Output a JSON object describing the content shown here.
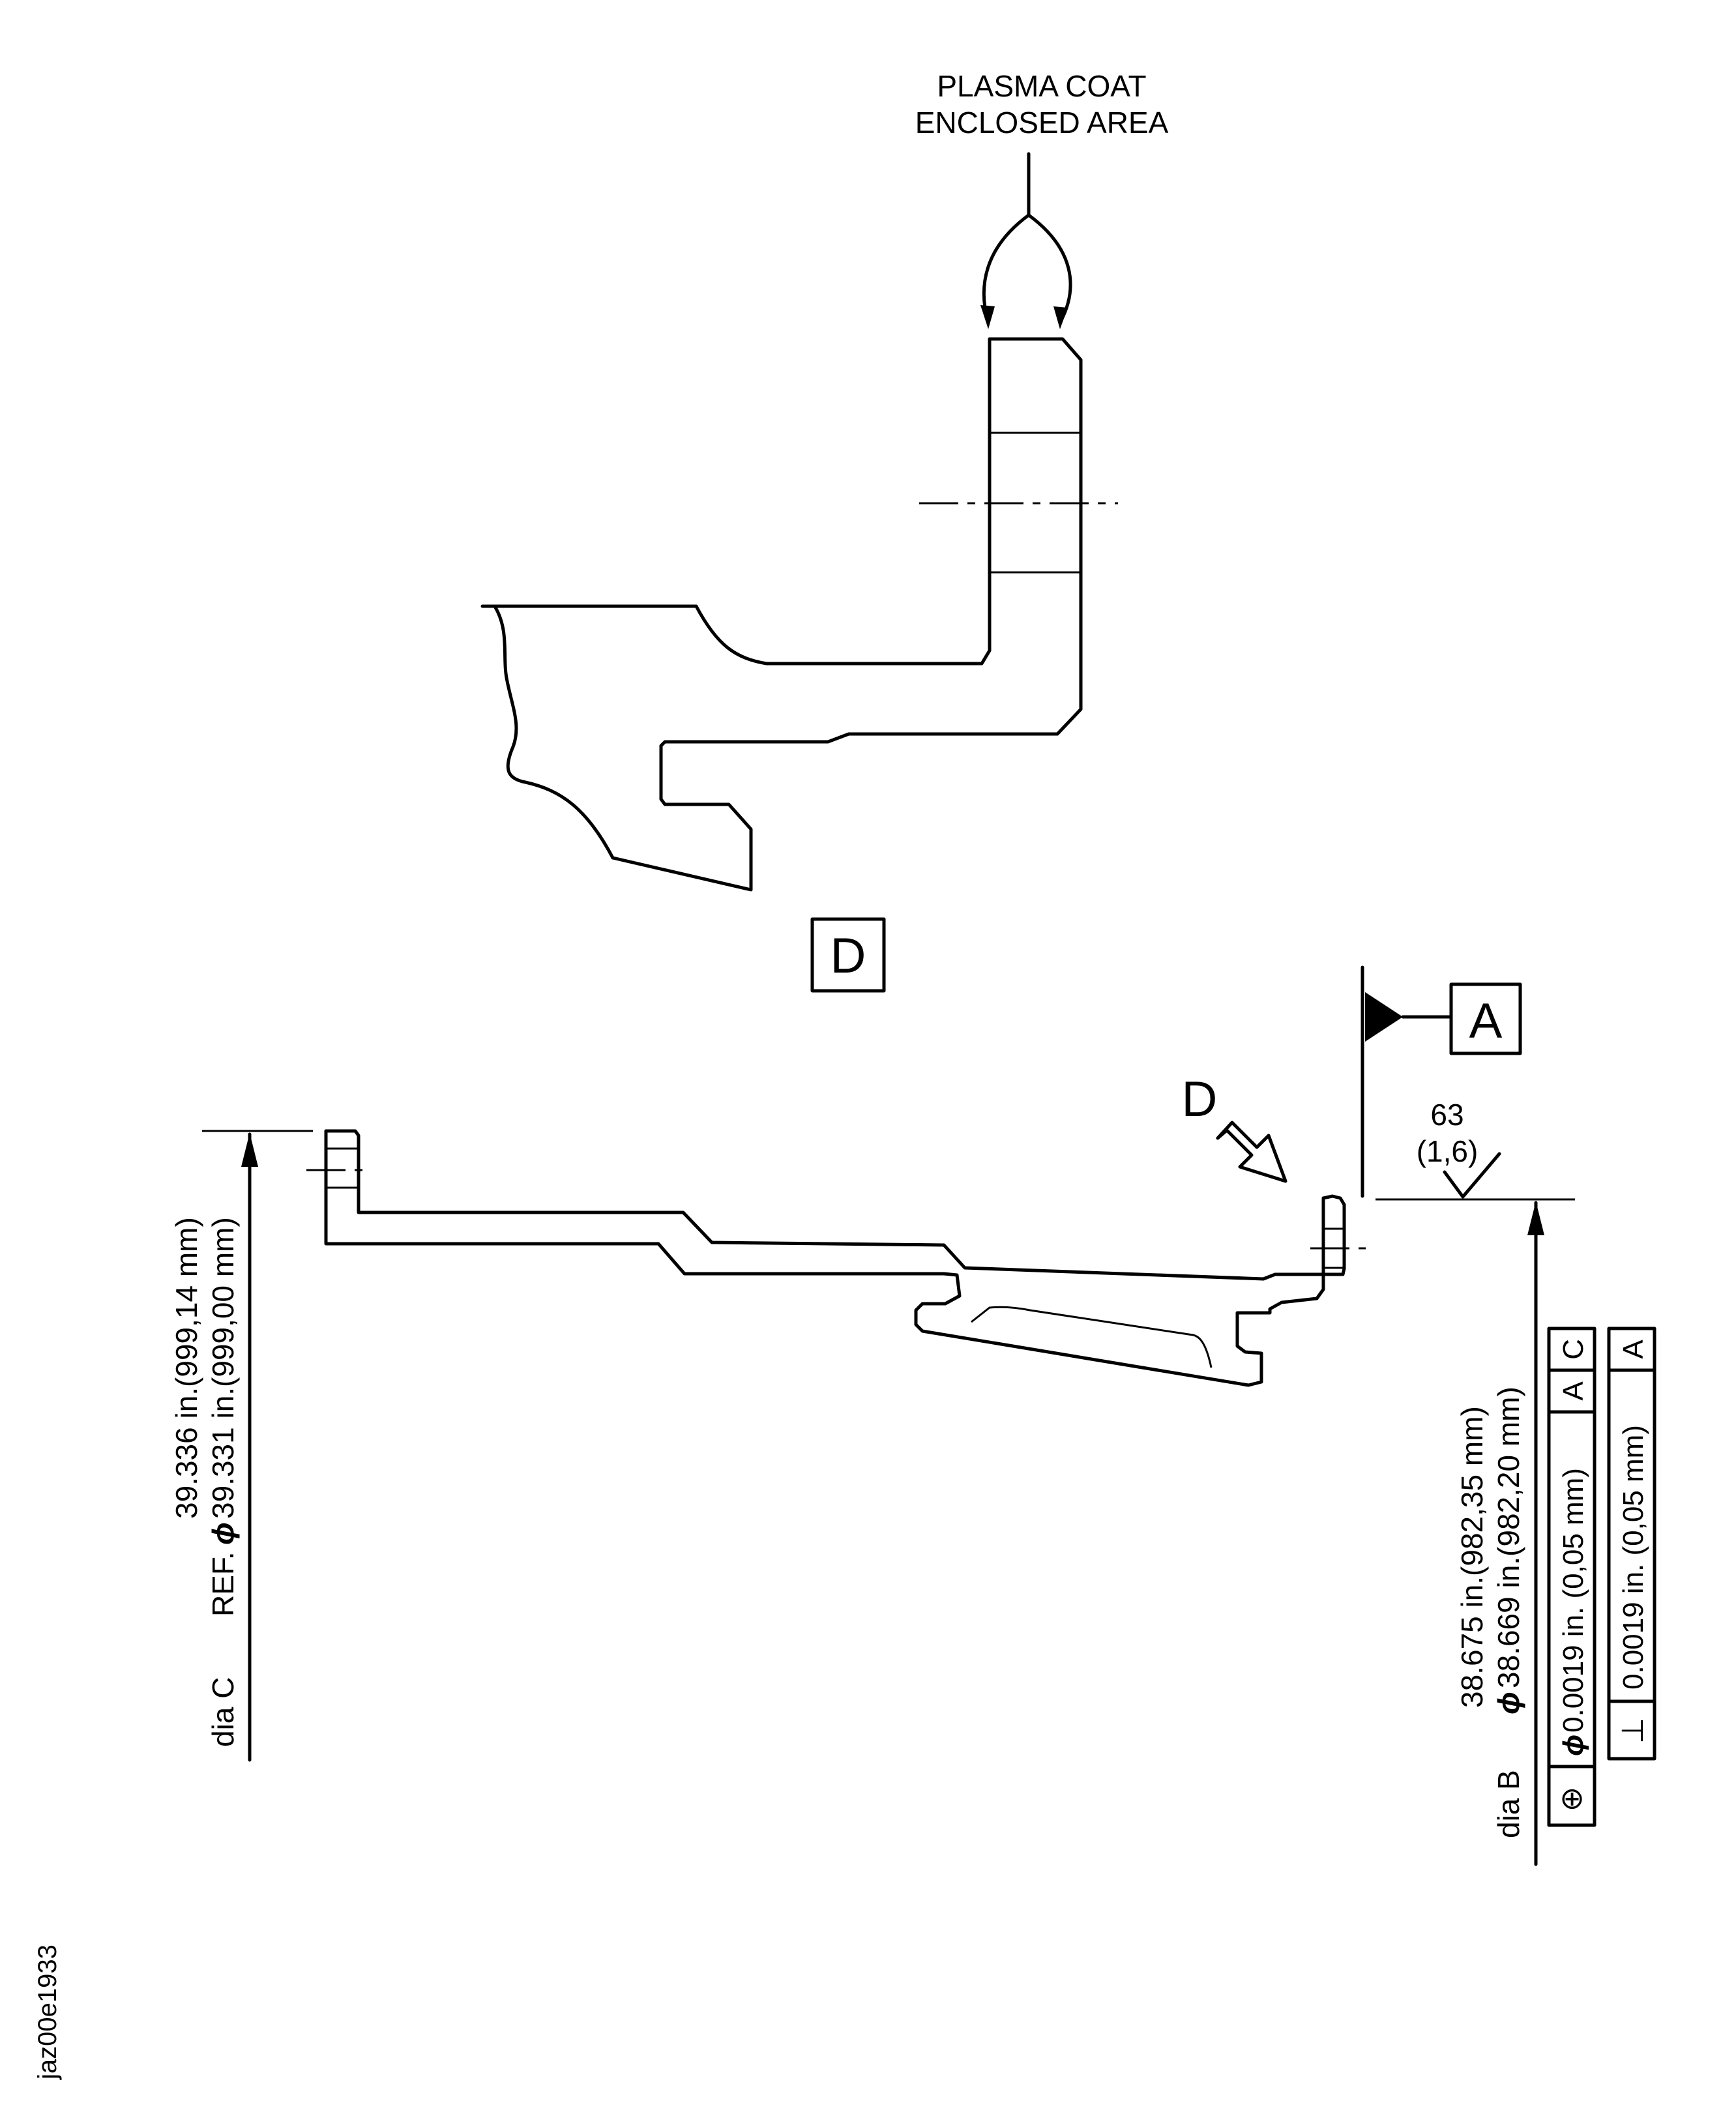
{
  "callout": {
    "line1": "PLASMA COAT",
    "line2": "ENCLOSED AREA"
  },
  "view_label": "D",
  "arrow_label": "D",
  "datum_label": "A",
  "surface_finish": {
    "value": "63",
    "metric": "(1,6)"
  },
  "dia_c": {
    "label": "dia C",
    "line1": "39.336 in.(999,14 mm)",
    "line2_prefix": "REF.",
    "diameter_symbol": "ϕ",
    "line2": "39.331 in.(999,00 mm)"
  },
  "dia_b": {
    "label": "dia B",
    "line1": "38.675 in.(982,35 mm)",
    "diameter_symbol": "ϕ",
    "line2": "38.669 in.(982,20 mm)"
  },
  "fcf_position": {
    "symbol": "⊕",
    "diameter_symbol": "ϕ",
    "tolerance": "0.0019 in.  (0,05 mm)",
    "datum1": "A",
    "datum2": "C"
  },
  "fcf_perpendicularity": {
    "symbol": "⊥",
    "tolerance": "0.0019 in.  (0,05 mm)",
    "datum1": "A"
  },
  "figure_id": "jaz00e1933"
}
